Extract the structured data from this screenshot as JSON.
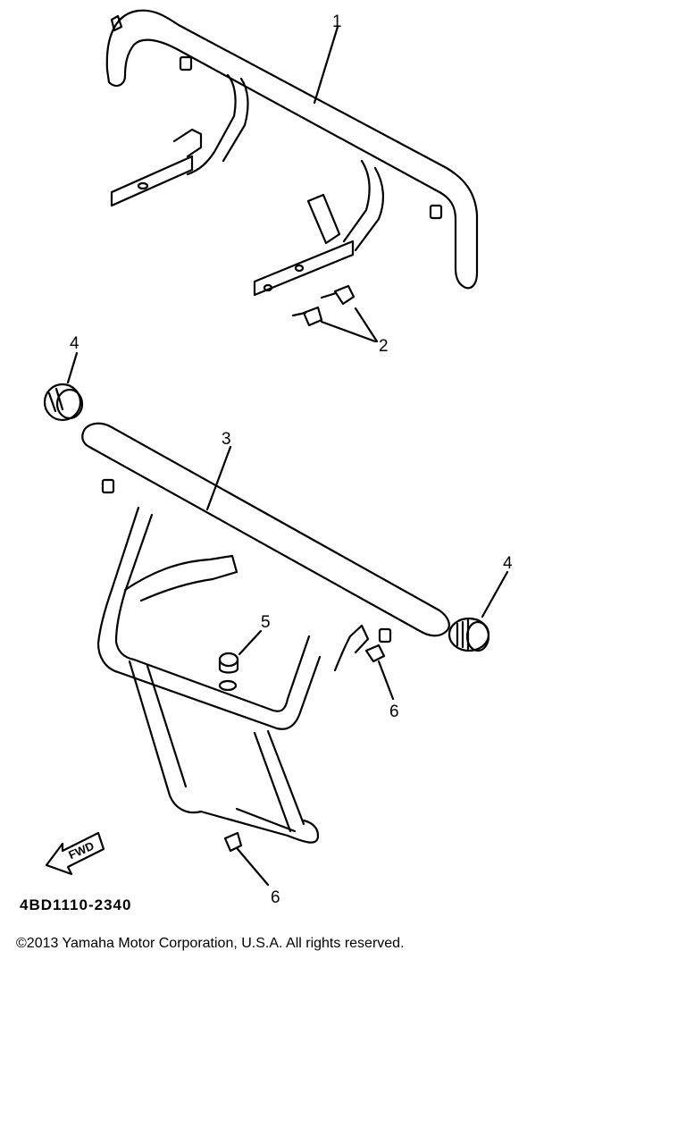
{
  "diagram": {
    "callouts": {
      "c1": "1",
      "c2": "2",
      "c3": "3",
      "c4a": "4",
      "c4b": "4",
      "c5": "5",
      "c6a": "6",
      "c6b": "6"
    },
    "fwd_label": "FWD",
    "part_code": "4BD1110-2340"
  },
  "footer": {
    "copyright": "©2013 Yamaha Motor Corporation, U.S.A. All rights reserved."
  }
}
